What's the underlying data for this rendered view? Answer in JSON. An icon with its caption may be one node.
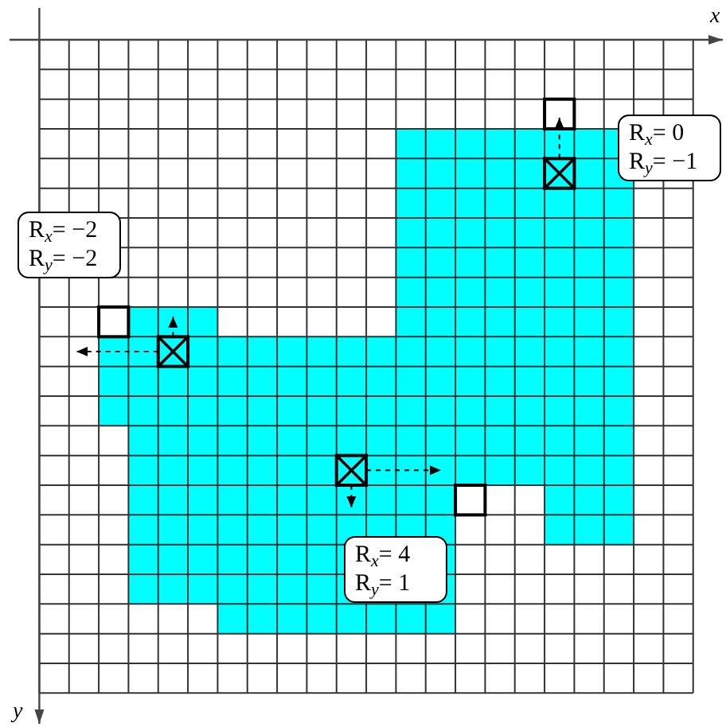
{
  "diagram": {
    "nodes": [
      {
        "text": [
          "R$_{x}$= 0",
          "R$_{y}$= −1"
        ]
      },
      {
        "text": [
          "R$_{x}$= −2",
          "R$_{y}$= −2"
        ]
      },
      {
        "text": [
          "R$_{x}$= 4",
          "R$_{y}$= 1"
        ]
      }
    ],
    "labels": [
      "x",
      "y"
    ]
  }
}
